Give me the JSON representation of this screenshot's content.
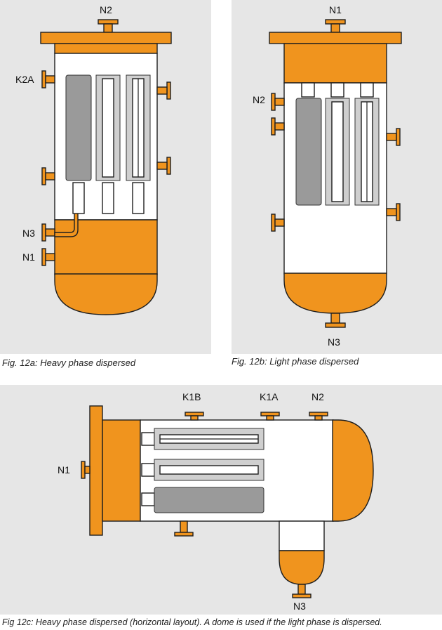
{
  "figures": {
    "a": {
      "caption": "Fig. 12a: Heavy phase dispersed",
      "nozzles": {
        "top": "N2",
        "left_upper": "K2A",
        "left_lower_1": "N3",
        "left_lower_2": "N1"
      }
    },
    "b": {
      "caption": "Fig. 12b: Light phase dispersed",
      "nozzles": {
        "top": "N1",
        "left": "N2",
        "bottom": "N3"
      }
    },
    "c": {
      "caption": "Fig 12c: Heavy phase dispersed (horizontal layout). A dome is used if the light phase is dispersed.",
      "nozzles": {
        "k1b": "K1B",
        "k1a": "K1A",
        "n2": "N2",
        "n1": "N1",
        "n3": "N3"
      }
    }
  },
  "colors": {
    "vessel": "#f0941e",
    "background": "#e6e6e6",
    "element_mesh": "#9a9a9a"
  }
}
